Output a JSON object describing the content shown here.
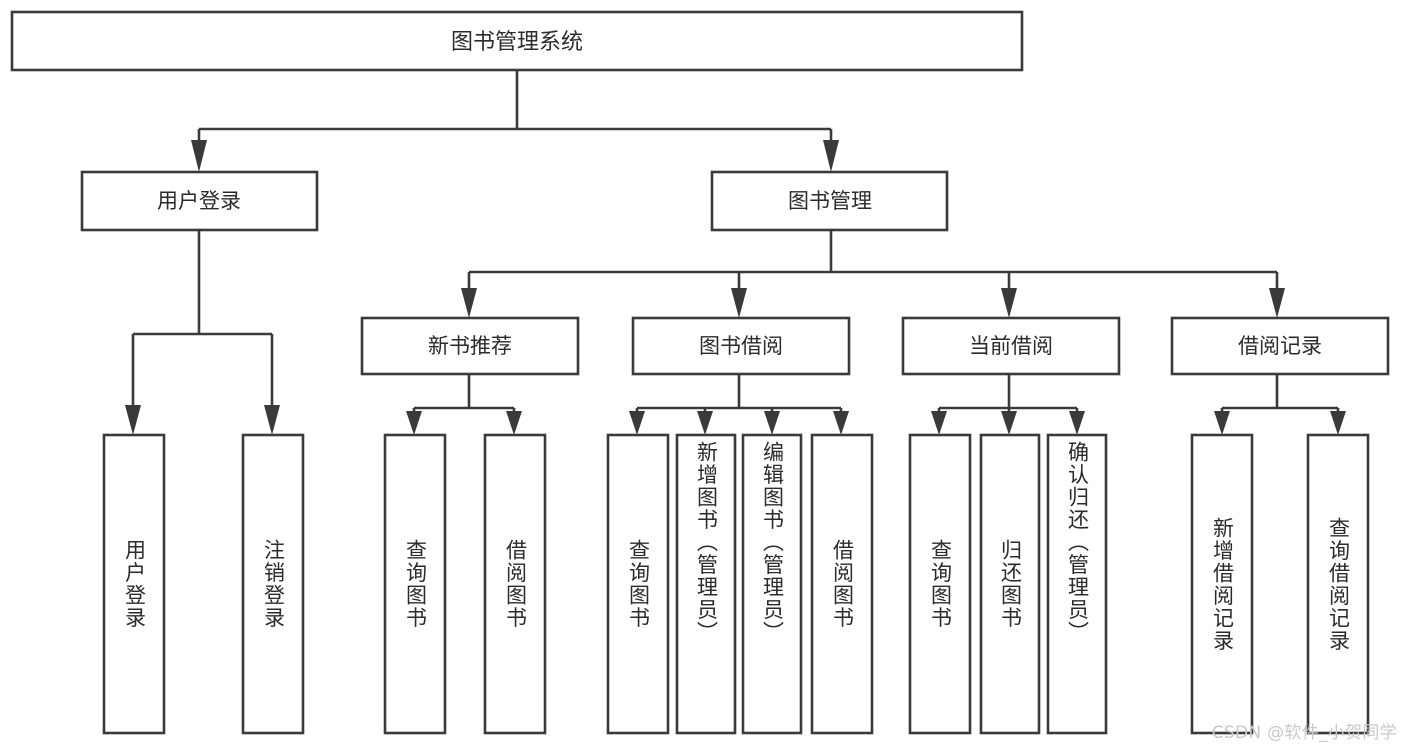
{
  "diagram": {
    "type": "tree",
    "title": "图书管理系统",
    "root": {
      "id": "root",
      "label": "图书管理系统",
      "orientation": "horizontal"
    },
    "level2": [
      {
        "id": "user-login",
        "label": "用户登录",
        "orientation": "horizontal"
      },
      {
        "id": "book-manage",
        "label": "图书管理",
        "orientation": "horizontal"
      }
    ],
    "level3": [
      {
        "id": "new-book-recommend",
        "label": "新书推荐",
        "parent": "book-manage",
        "orientation": "horizontal"
      },
      {
        "id": "book-borrow",
        "label": "图书借阅",
        "parent": "book-manage",
        "orientation": "horizontal"
      },
      {
        "id": "current-borrow",
        "label": "当前借阅",
        "parent": "book-manage",
        "orientation": "horizontal"
      },
      {
        "id": "borrow-record",
        "label": "借阅记录",
        "parent": "book-manage",
        "orientation": "horizontal"
      }
    ],
    "leaves": [
      {
        "id": "leaf-user-login",
        "label": "用户登录",
        "parent": "user-login",
        "orientation": "vertical"
      },
      {
        "id": "leaf-logout-login",
        "label": "注销登录",
        "parent": "user-login",
        "orientation": "vertical"
      },
      {
        "id": "leaf-query-book-1",
        "label": "查询图书",
        "parent": "new-book-recommend",
        "orientation": "vertical"
      },
      {
        "id": "leaf-borrow-book-1",
        "label": "借阅图书",
        "parent": "new-book-recommend",
        "orientation": "vertical"
      },
      {
        "id": "leaf-query-book-2",
        "label": "查询图书",
        "parent": "book-borrow",
        "orientation": "vertical"
      },
      {
        "id": "leaf-add-book",
        "label": "新增图书（管理员）",
        "parent": "book-borrow",
        "orientation": "vertical"
      },
      {
        "id": "leaf-edit-book",
        "label": "编辑图书（管理员）",
        "parent": "book-borrow",
        "orientation": "vertical"
      },
      {
        "id": "leaf-borrow-book-2",
        "label": "借阅图书",
        "parent": "book-borrow",
        "orientation": "vertical"
      },
      {
        "id": "leaf-query-book-3",
        "label": "查询图书",
        "parent": "current-borrow",
        "orientation": "vertical"
      },
      {
        "id": "leaf-return-book",
        "label": "归还图书",
        "parent": "current-borrow",
        "orientation": "vertical"
      },
      {
        "id": "leaf-confirm-return",
        "label": "确认归还（管理员）",
        "parent": "current-borrow",
        "orientation": "vertical"
      },
      {
        "id": "leaf-add-record",
        "label": "新增借阅记录",
        "parent": "borrow-record",
        "orientation": "vertical"
      },
      {
        "id": "leaf-query-record",
        "label": "查询借阅记录",
        "parent": "borrow-record",
        "orientation": "vertical"
      }
    ],
    "colors": {
      "stroke": "#3a3a3a",
      "fill": "#ffffff",
      "text": "#2b2b2b",
      "background": "#ffffff",
      "watermark": "#c9c9c9"
    }
  },
  "watermark": {
    "text": "CSDN @软件_小贺同学"
  }
}
